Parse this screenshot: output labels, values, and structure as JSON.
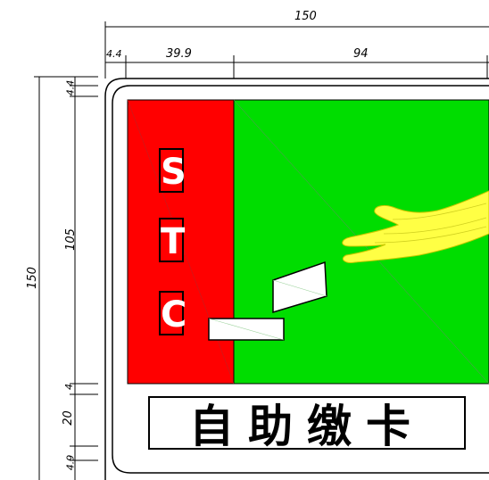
{
  "dimensions": {
    "top_total": "150",
    "top_left_margin": "4.4",
    "top_red_width": "39.9",
    "top_green_width": "94",
    "left_total": "150",
    "left_top_margin": "4.4",
    "left_panel_height": "105",
    "left_gap": "4",
    "left_caption_height": "20",
    "left_bottom_margin": "4.9"
  },
  "sign": {
    "letters": [
      "S",
      "T",
      "C"
    ],
    "caption": "自助缴卡"
  },
  "colors": {
    "red_panel": "#ff0000",
    "green_panel": "#00dd00",
    "hand": "#ffff44",
    "outline": "#000000"
  }
}
